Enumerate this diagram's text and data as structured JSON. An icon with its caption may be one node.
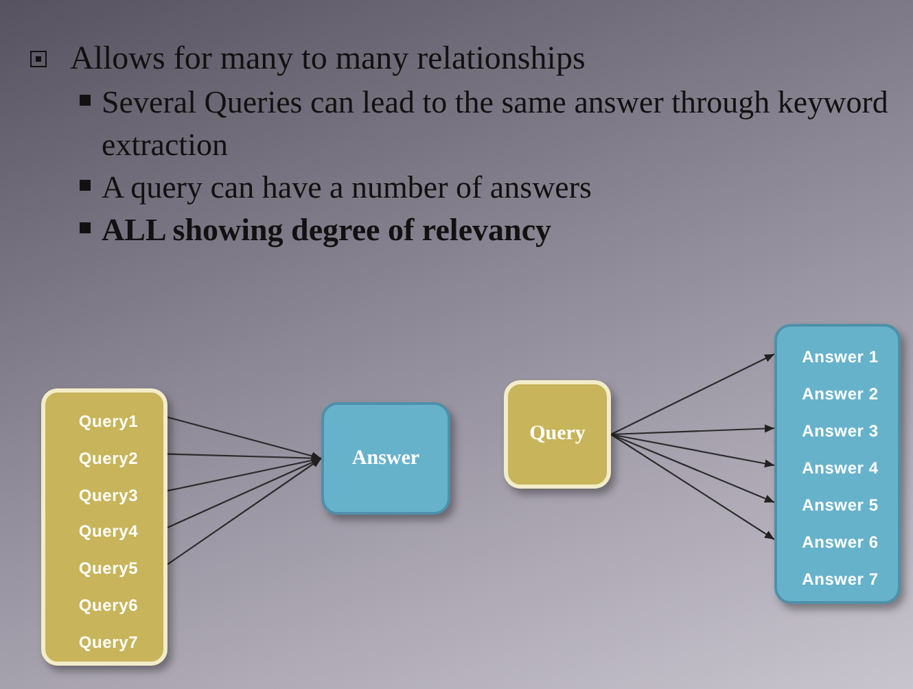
{
  "diagram": {
    "nodes": [
      {
        "text": [],
        "shape": "box"
      },
      {
        "text": [
          "Query1"
        ],
        "in": 0
      },
      {
        "text": [
          "Query2"
        ],
        "in": 0
      },
      {
        "text": [
          "Query3"
        ],
        "in": 0
      },
      {
        "text": [
          "Query4"
        ],
        "in": 0
      },
      {
        "text": [
          "Query5"
        ],
        "in": 0
      },
      {
        "text": [
          "Query6"
        ],
        "in": 0
      },
      {
        "text": [
          "Query7"
        ],
        "in": 0
      },
      {
        "text": [
          "Answer"
        ]
      },
      {
        "text": [
          "Query"
        ]
      },
      {
        "text": [],
        "shape": "box"
      },
      {
        "text": [
          "Answer 1"
        ],
        "in": 10
      },
      {
        "text": [
          "Answer 2"
        ],
        "in": 10
      },
      {
        "text": [
          "Answer 3"
        ],
        "in": 10
      },
      {
        "text": [
          "Answer 4"
        ],
        "in": 10
      },
      {
        "text": [
          "Answer 5"
        ],
        "in": 10
      },
      {
        "text": [
          "Answer 6"
        ],
        "in": 10
      },
      {
        "text": [
          "Answer 7"
        ],
        "in": 10
      }
    ],
    "edges": [
      {
        "from": 1,
        "to": 8,
        "arrow": "to"
      },
      {
        "from": 2,
        "to": 8,
        "arrow": "to"
      },
      {
        "from": 3,
        "to": 8,
        "arrow": "to"
      },
      {
        "from": 4,
        "to": 8,
        "arrow": "to"
      },
      {
        "from": 5,
        "to": 8,
        "arrow": "to"
      },
      {
        "from": 9,
        "to": 11,
        "arrow": "to"
      },
      {
        "from": 9,
        "to": 13,
        "arrow": "to"
      },
      {
        "from": 9,
        "to": 14,
        "arrow": "to"
      },
      {
        "from": 9,
        "to": 15,
        "arrow": "to"
      },
      {
        "from": 9,
        "to": 16,
        "arrow": "to"
      }
    ],
    "labels": [
      "Allows for many to many relationships",
      "Several Queries can lead to the same answer through keyword extraction",
      "A query can have a number of answers",
      "ALL showing degree of relevancy"
    ]
  }
}
